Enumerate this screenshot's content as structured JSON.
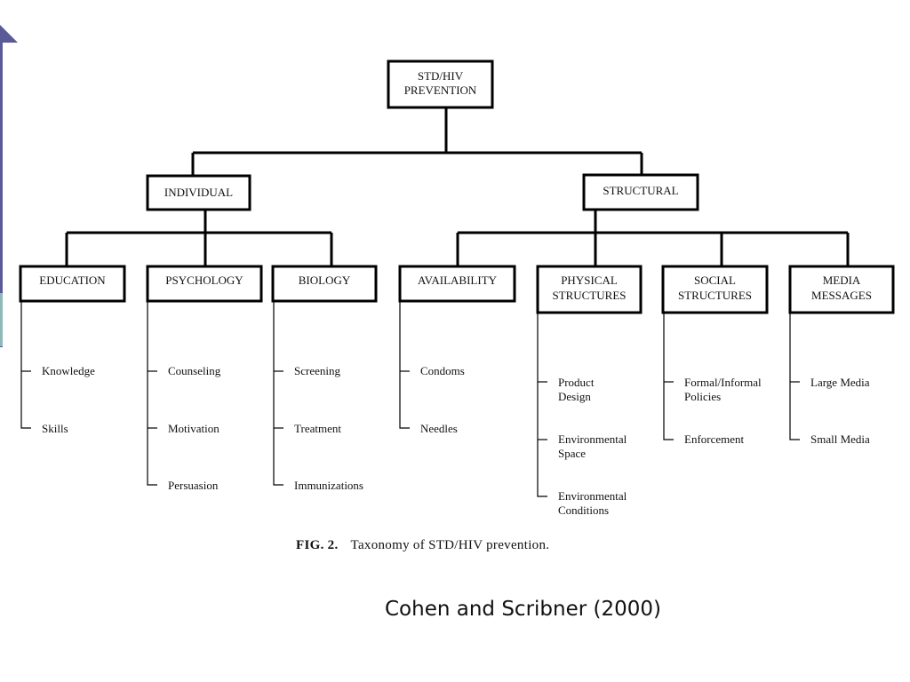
{
  "diagram": {
    "root": {
      "lines": [
        "STD/HIV",
        "PREVENTION"
      ]
    },
    "branches": [
      {
        "label": "INDIVIDUAL",
        "categories": [
          {
            "lines": [
              "EDUCATION"
            ],
            "items": [
              [
                "Knowledge"
              ],
              [
                "Skills"
              ]
            ]
          },
          {
            "lines": [
              "PSYCHOLOGY"
            ],
            "items": [
              [
                "Counseling"
              ],
              [
                "Motivation"
              ],
              [
                "Persuasion"
              ]
            ]
          },
          {
            "lines": [
              "BIOLOGY"
            ],
            "items": [
              [
                "Screening"
              ],
              [
                "Treatment"
              ],
              [
                "Immunizations"
              ]
            ]
          }
        ]
      },
      {
        "label": "STRUCTURAL",
        "categories": [
          {
            "lines": [
              "AVAILABILITY"
            ],
            "items": [
              [
                "Condoms"
              ],
              [
                "Needles"
              ]
            ]
          },
          {
            "lines": [
              "PHYSICAL",
              "STRUCTURES"
            ],
            "items": [
              [
                "Product",
                "Design"
              ],
              [
                "Environmental",
                "Space"
              ],
              [
                "Environmental",
                "Conditions"
              ]
            ]
          },
          {
            "lines": [
              "SOCIAL",
              "STRUCTURES"
            ],
            "items": [
              [
                "Formal/Informal",
                "Policies"
              ],
              [
                "Enforcement"
              ]
            ]
          },
          {
            "lines": [
              "MEDIA",
              "MESSAGES"
            ],
            "items": [
              [
                "Large Media"
              ],
              [
                "Small Media"
              ]
            ]
          }
        ]
      }
    ]
  },
  "caption": {
    "fig": "FIG. 2.",
    "text": "Taxonomy of STD/HIV prevention."
  },
  "citation": "Cohen and Scribner (2000)"
}
